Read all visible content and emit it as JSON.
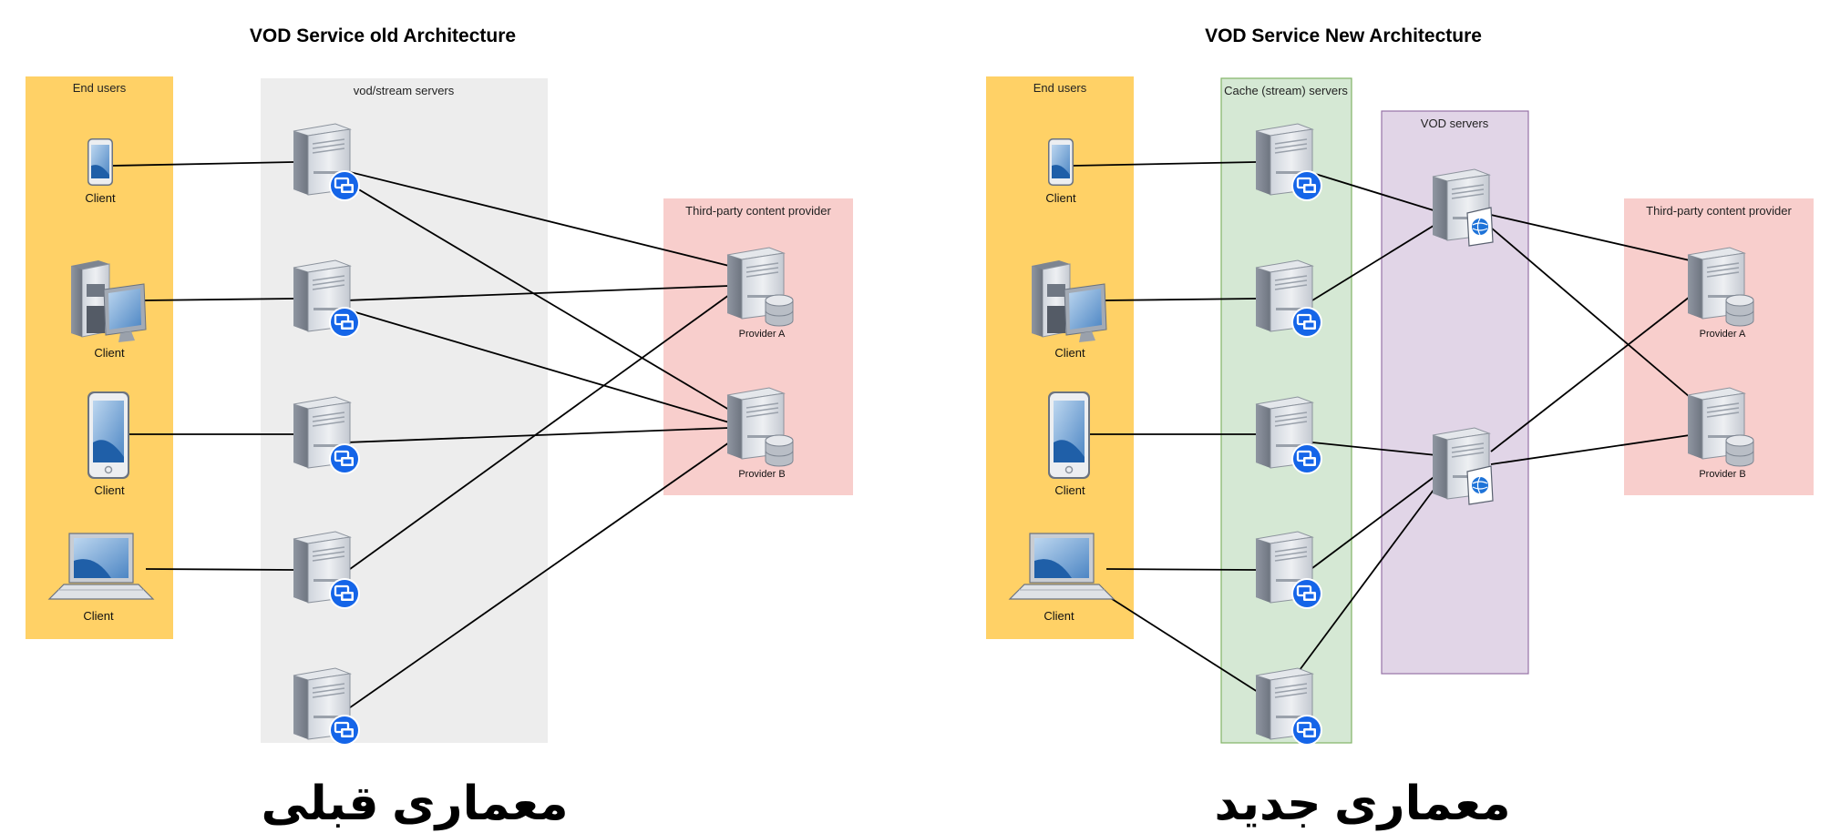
{
  "colors": {
    "end_users_bg": "#FFD166",
    "stream_servers_bg": "#EDEDED",
    "cache_servers_bg": "#D5E8D4",
    "cache_servers_border": "#82B366",
    "vod_servers_bg": "#E1D5E7",
    "vod_servers_border": "#9673A6",
    "provider_bg": "#F8CECC",
    "badge_blue": "#1565E8"
  },
  "left": {
    "title": "VOD Service old Architecture",
    "groups": {
      "end_users": "End users",
      "stream_servers": "vod/stream servers",
      "provider": "Third-party content provider"
    },
    "clients": [
      "Client",
      "Client",
      "Client",
      "Client"
    ],
    "providers": [
      "Provider A",
      "Provider B"
    ],
    "caption": "معماری قبلی"
  },
  "right": {
    "title": "VOD Service New Architecture",
    "groups": {
      "end_users": "End users",
      "cache_servers": "Cache (stream) servers",
      "vod_servers": "VOD servers",
      "provider": "Third-party content provider"
    },
    "clients": [
      "Client",
      "Client",
      "Client",
      "Client"
    ],
    "providers": [
      "Provider A",
      "Provider B"
    ],
    "caption": "معماری جدید"
  },
  "icons": {
    "client_devices": [
      "smartphone-icon",
      "desktop-computer-icon",
      "tablet-icon",
      "laptop-icon"
    ],
    "stream_server": "server-tower-with-streaming-badge-icon",
    "vod_server": "server-tower-with-globe-icon",
    "provider": "server-tower-with-database-icon"
  }
}
